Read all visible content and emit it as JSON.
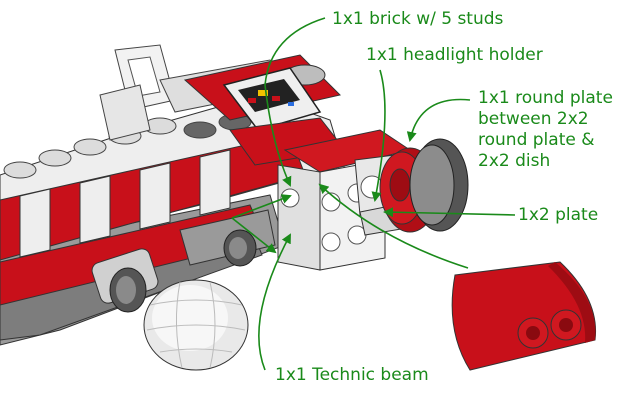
{
  "annotations": {
    "brick": "1x1 brick w/ 5 studs",
    "headlight": "1x1 headlight holder",
    "round_plate": "1x1 round plate\nbetween 2x2\nround plate &\n2x2 dish",
    "plate": "1x2 plate",
    "technic": "1x1 Technic beam"
  },
  "colors": {
    "label": "#1a8a1a",
    "red": "#c8101a",
    "white": "#eeeeee",
    "gray": "#8c8c8c",
    "dark_gray": "#555555"
  }
}
